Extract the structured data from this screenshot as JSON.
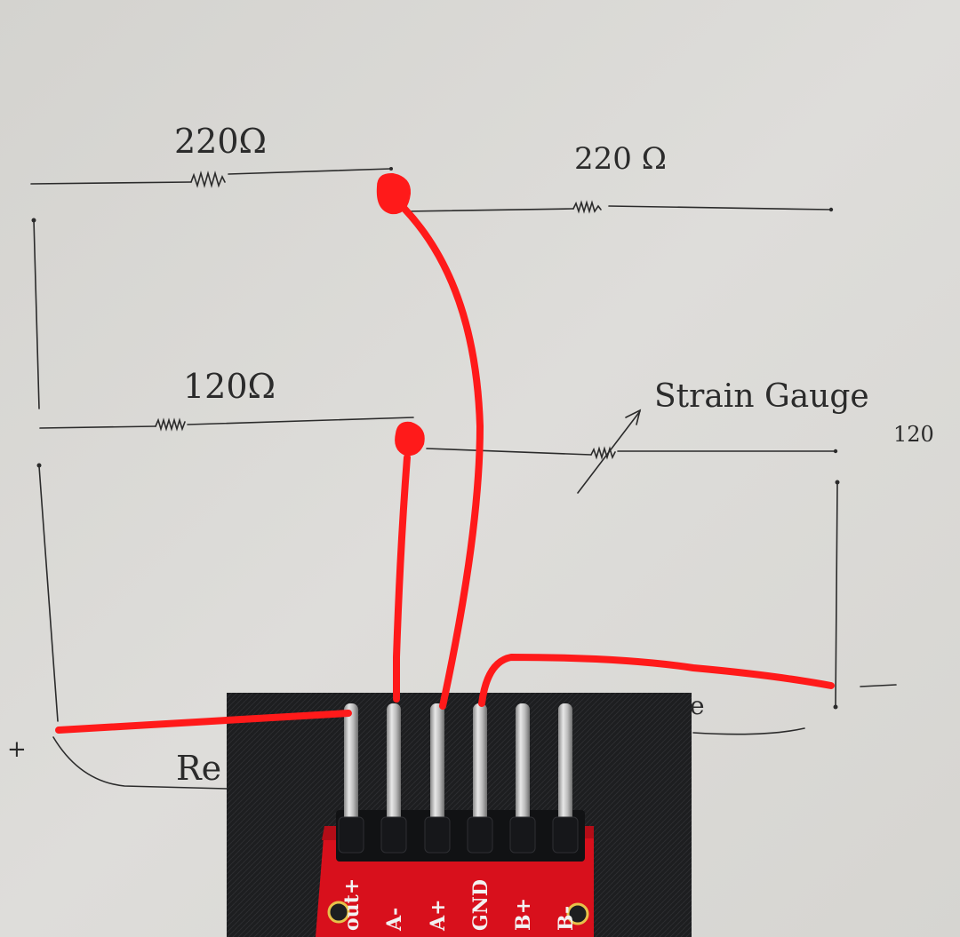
{
  "colors": {
    "paper": "#dcdbd7",
    "ink": "#2b2b2b",
    "wire": "#ff1a1a",
    "pcb": "#d8101c",
    "fabric": "#1e1f21"
  },
  "labels": {
    "r1": "220Ω",
    "r2": "220 Ω",
    "r3": "120Ω",
    "strain_gauge": "Strain Gauge",
    "strain_gauge_value": "120",
    "plus": "+",
    "minus": "—",
    "partial_left": "Re",
    "partial_right": "e"
  },
  "pins": [
    {
      "id": "out_plus",
      "label": "out+"
    },
    {
      "id": "a_minus",
      "label": "A-"
    },
    {
      "id": "a_plus",
      "label": "A+"
    },
    {
      "id": "gnd",
      "label": "GND"
    },
    {
      "id": "b_plus",
      "label": "B+"
    },
    {
      "id": "b_minus",
      "label": "B-"
    }
  ]
}
